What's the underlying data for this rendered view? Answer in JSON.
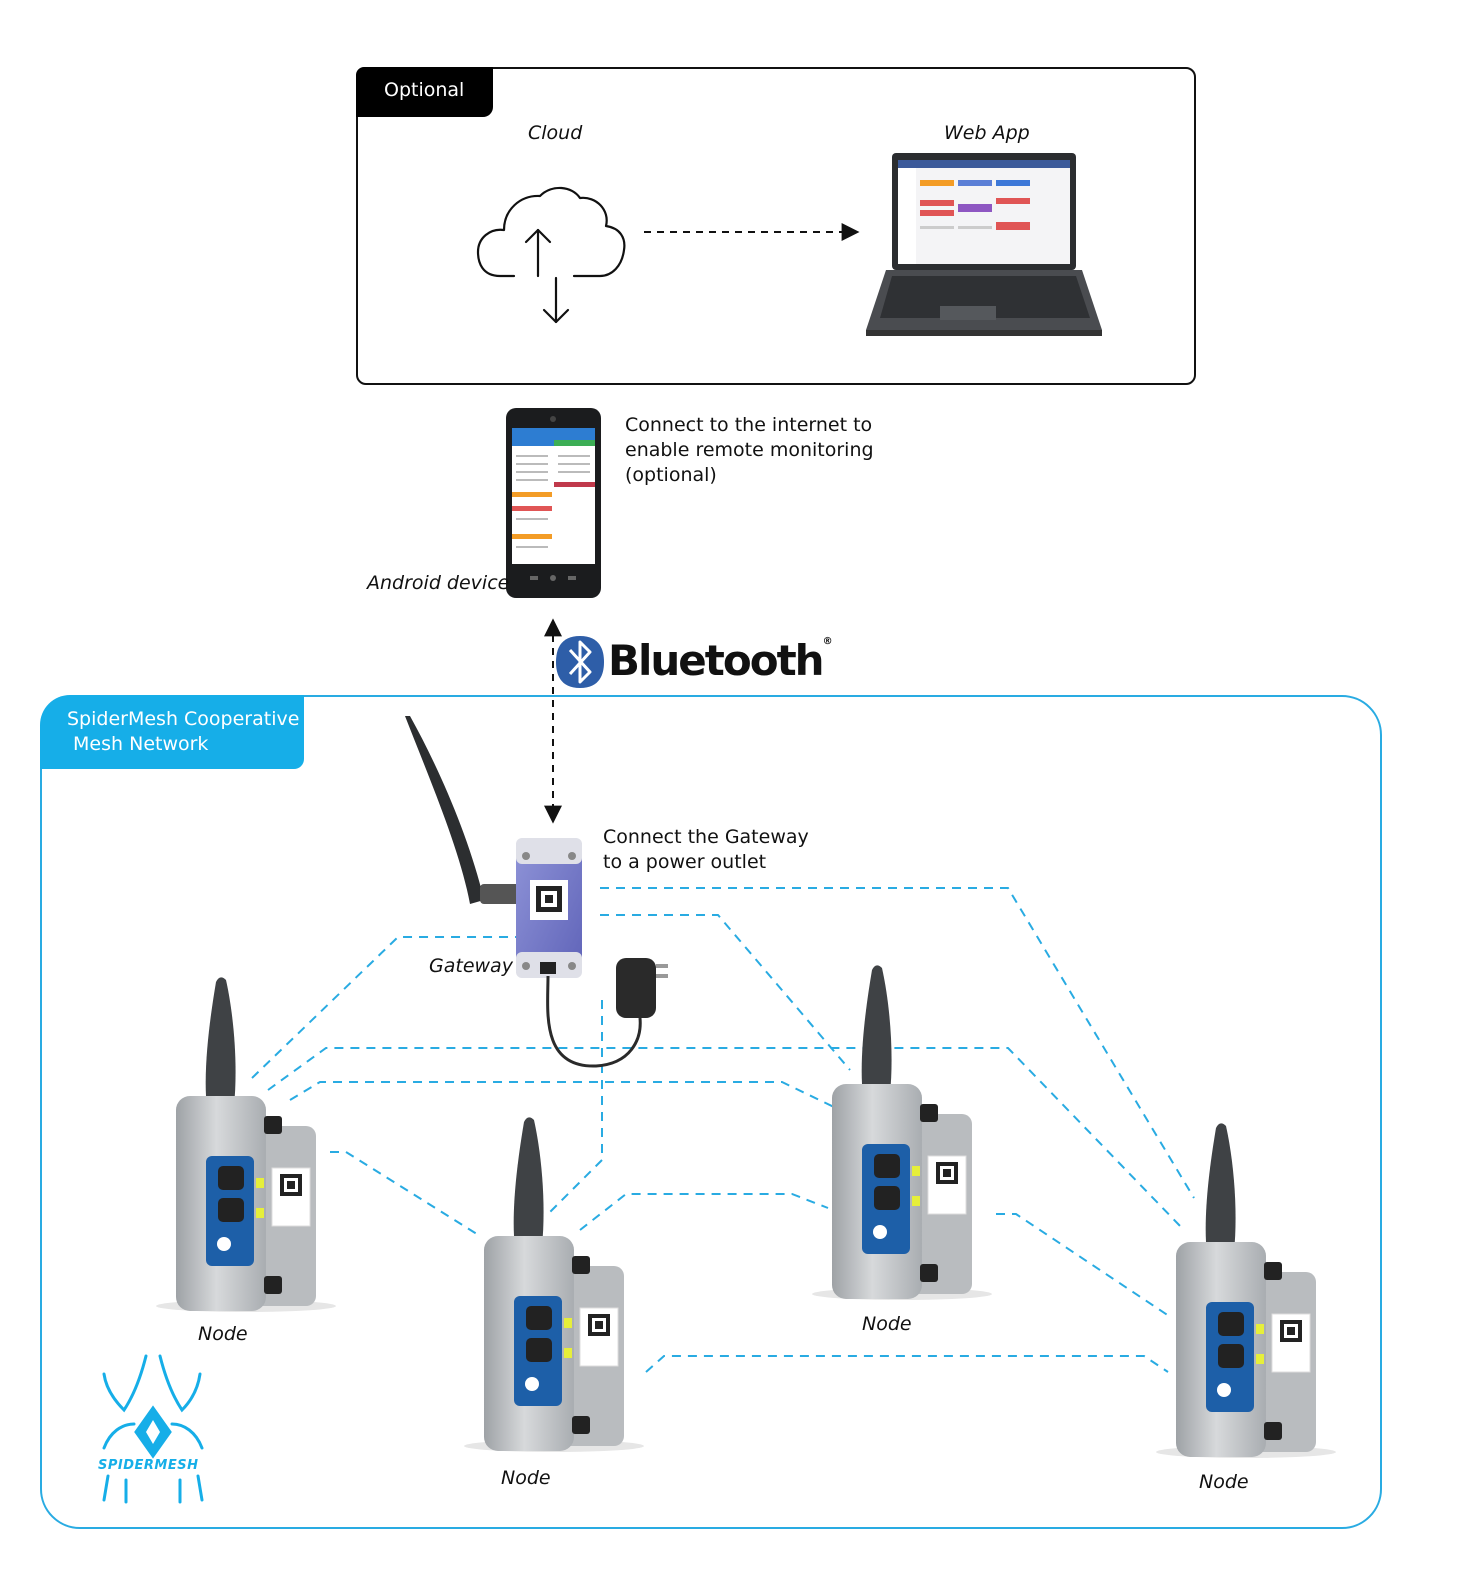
{
  "optional_panel": {
    "tab_label": "Optional",
    "cloud_label": "Cloud",
    "webapp_label": "Web App"
  },
  "android": {
    "label": "Android device",
    "description_lines": [
      "Connect to the internet to",
      "enable remote monitoring",
      "(optional)"
    ]
  },
  "bluetooth": {
    "word": "Bluetooth",
    "mark": "®"
  },
  "mesh": {
    "tab_lines": [
      "SpiderMesh Cooperative",
      " Mesh Network"
    ],
    "logo_word": "SPIDERMESH"
  },
  "gateway": {
    "label": "Gateway",
    "description_lines": [
      "Connect the Gateway",
      "to a power outlet"
    ]
  },
  "nodes": [
    {
      "label": "Node"
    },
    {
      "label": "Node"
    },
    {
      "label": "Node"
    },
    {
      "label": "Node"
    }
  ],
  "colors": {
    "mesh_blue": "#16aee8",
    "dashed_link": "#29abe2",
    "dark": "#111111"
  }
}
